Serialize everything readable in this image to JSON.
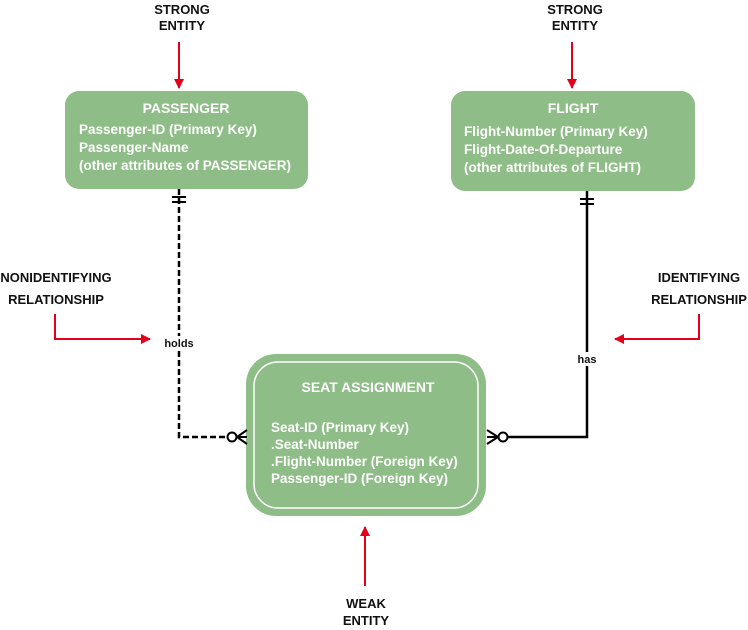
{
  "colors": {
    "entity_fill": "#8fbd87",
    "entity_text": "#ffffff",
    "annotation_arrow": "#e2001a",
    "line": "#000000"
  },
  "entities": {
    "passenger": {
      "title": "PASSENGER",
      "attributes": [
        "Passenger-ID (Primary Key)",
        "Passenger-Name",
        "(other attributes of PASSENGER)"
      ]
    },
    "flight": {
      "title": "FLIGHT",
      "attributes": [
        "Flight-Number (Primary Key)",
        "Flight-Date-Of-Departure",
        "(other attributes of FLIGHT)"
      ]
    },
    "seat_assignment": {
      "title": "SEAT ASSIGNMENT",
      "attributes": [
        "Seat-ID (Primary Key)",
        ".Seat-Number",
        ".Flight-Number (Foreign Key)",
        "Passenger-ID (Foreign Key)"
      ]
    }
  },
  "relationships": {
    "holds": {
      "label": "holds",
      "style": "dashed"
    },
    "has": {
      "label": "has",
      "style": "solid"
    }
  },
  "annotations": {
    "strong_left": [
      "STRONG",
      "ENTITY"
    ],
    "strong_right": [
      "STRONG",
      "ENTITY"
    ],
    "nonidentifying": [
      "NONIDENTIFYING",
      "RELATIONSHIP"
    ],
    "identifying": [
      "IDENTIFYING",
      "RELATIONSHIP"
    ],
    "weak": [
      "WEAK",
      "ENTITY"
    ]
  }
}
